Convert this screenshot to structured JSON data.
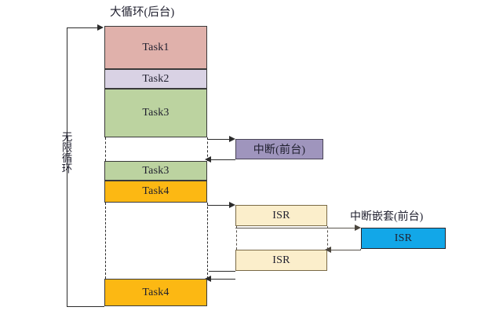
{
  "diagram": {
    "title_background_loop": "大循环(后台)",
    "title_interrupt": "中断(前台)",
    "title_nested_interrupt": "中断嵌套(前台)",
    "left_axis_label": "无限循环",
    "bottom_caption": "",
    "colors": {
      "task1": "#e0b1ab",
      "task2": "#d9d2e4",
      "task3": "#bcd3a0",
      "task4": "#fcb813",
      "interrupt": "#9f95bd",
      "isr_cream": "#fbeecb",
      "isr_blue": "#12a7e8",
      "stroke": "#2b2b2b",
      "stroke_cream": "#7a6a46"
    },
    "main_column": {
      "segments": [
        {
          "id": "task1",
          "label": "Task1",
          "kind": "block",
          "fill": "#e0b1ab"
        },
        {
          "id": "task2",
          "label": "Task2",
          "kind": "block",
          "fill": "#d9d2e4"
        },
        {
          "id": "task3a",
          "label": "Task3",
          "kind": "block",
          "fill": "#bcd3a0"
        },
        {
          "id": "gap1",
          "label": "",
          "kind": "gap",
          "fill": "#ffffff"
        },
        {
          "id": "task3b",
          "label": "Task3",
          "kind": "block",
          "fill": "#bcd3a0"
        },
        {
          "id": "task4a",
          "label": "Task4",
          "kind": "block",
          "fill": "#fcb813"
        },
        {
          "id": "gap2",
          "label": "",
          "kind": "gap",
          "fill": "#ffffff"
        },
        {
          "id": "task4b",
          "label": "Task4",
          "kind": "block",
          "fill": "#fcb813"
        }
      ]
    },
    "foreground": {
      "interrupt_box_label": "中断(前台)",
      "isr_upper_label": "ISR",
      "isr_lower_label": "ISR",
      "isr_nested_label": "ISR"
    }
  }
}
